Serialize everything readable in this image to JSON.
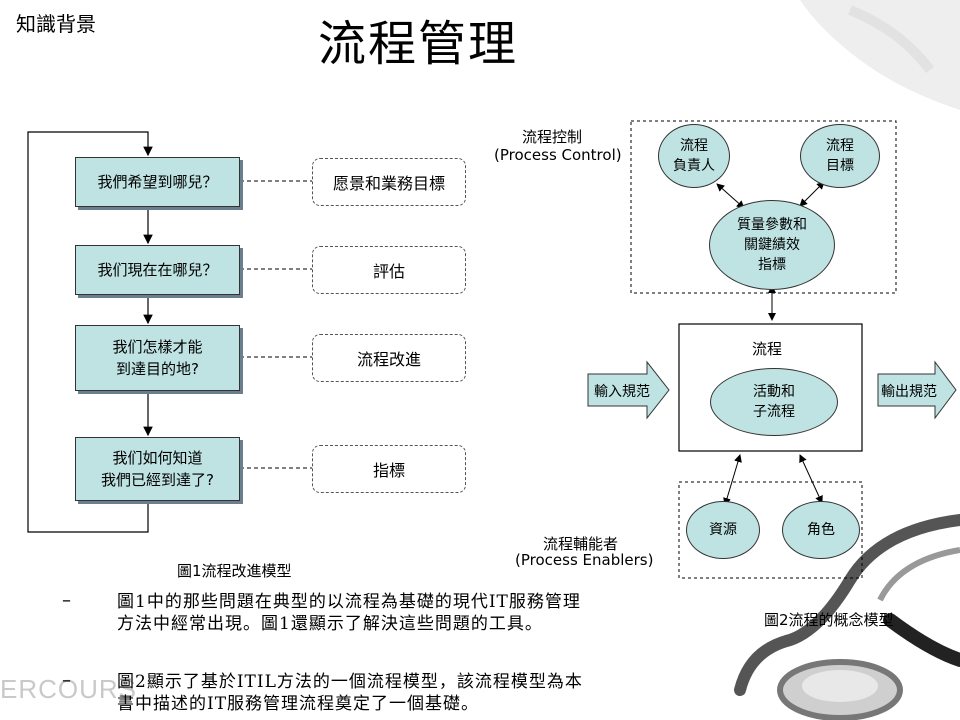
{
  "header": {
    "label": "知識背景",
    "title": "流程管理"
  },
  "figure1": {
    "questions": [
      "我們希望到哪兒？",
      "我们現在在哪兒？",
      "我们怎樣才能\n到達目的地?",
      "我们如何知道\n我們已經到達了?"
    ],
    "answers": [
      "愿景和業務目標",
      "評估",
      "流程改進",
      "指標"
    ],
    "caption": "圖1流程改進模型"
  },
  "figure2": {
    "control_label": "流程控制",
    "control_label_en": "(Process Control)",
    "owner": "流程\n負責人",
    "goal": "流程\n目標",
    "kpi": "質量參數和\n關鍵績效\n指標",
    "process": "流程",
    "activities": "活動和\n子流程",
    "input": "輸入規范",
    "output": "輸出規范",
    "resources": "資源",
    "roles": "角色",
    "enablers_label": "流程輔能者",
    "enablers_label_en": "(Process Enablers)",
    "caption": "圖2流程的概念模型"
  },
  "notes": [
    {
      "bullet": "–",
      "text": "圖1中的那些問題在典型的以流程為基礎的現代IT服務管理\n方法中經常出現。圖1還顯示了解決這些問題的工具。"
    },
    {
      "bullet": "–",
      "text": "圖2顯示了基於ITIL方法的一個流程模型，該流程模型為本\n書中描述的IT服務管理流程奠定了一個基礎。"
    }
  ],
  "watermark": "ERCOURS",
  "colors": {
    "box_fill": "#bfe3e3",
    "arrow_fill": "#bfe3e3"
  }
}
